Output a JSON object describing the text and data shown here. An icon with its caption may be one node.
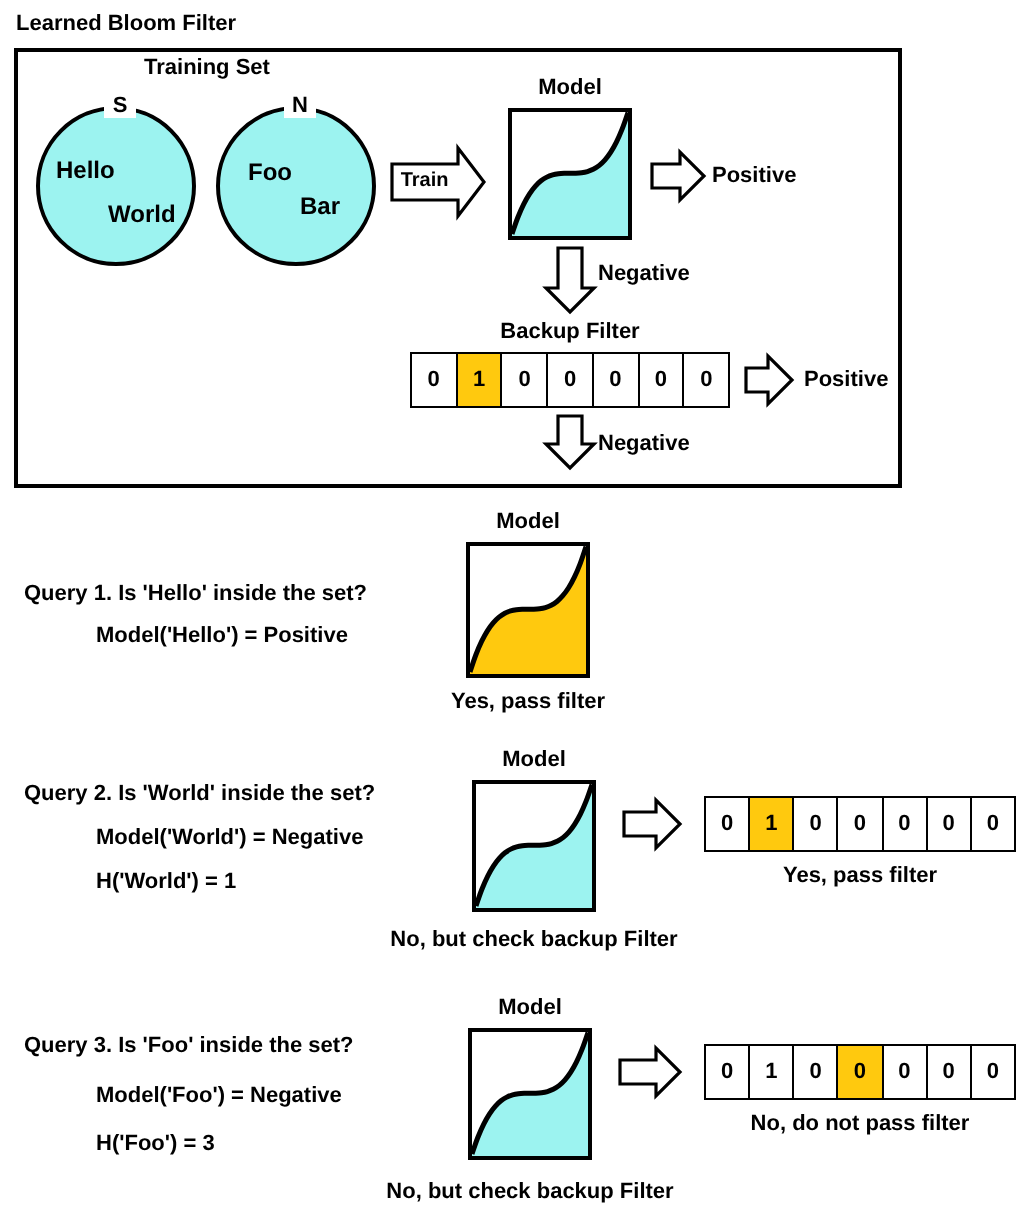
{
  "diagram": {
    "title": "Learned Bloom Filter",
    "nodes": [
      {
        "text": [],
        "shape": "box"
      },
      {
        "text": [
          "S",
          "Hello",
          "World"
        ],
        "in": 0
      },
      {
        "text": [
          "N",
          "Foo",
          "Bar"
        ],
        "in": 0
      },
      {
        "text": [
          "Model"
        ],
        "in": 0
      },
      {
        "text": [
          "Positive"
        ],
        "in": 0
      },
      {
        "text": [
          "Backup Filter"
        ],
        "in": 0
      },
      {
        "text": [
          "0"
        ],
        "in": 5
      },
      {
        "text": [
          "1"
        ],
        "in": 5
      },
      {
        "text": [
          "0"
        ],
        "in": 5
      },
      {
        "text": [
          "0"
        ],
        "in": 5
      },
      {
        "text": [
          "0"
        ],
        "in": 5
      },
      {
        "text": [
          "0"
        ],
        "in": 5
      },
      {
        "text": [
          "0"
        ],
        "in": 5
      },
      {
        "text": [
          "Positive"
        ],
        "in": 0
      },
      {
        "text": [
          "Model"
        ],
        "beside": [
          "Yes, pass filter"
        ]
      },
      {
        "text": [
          "Model"
        ],
        "beside": [
          "No, but check backup Filter"
        ]
      },
      {
        "text": [],
        "shape": "box",
        "beside": [
          "Yes, pass filter"
        ]
      },
      {
        "text": [
          "0"
        ],
        "in": 16
      },
      {
        "text": [
          "1"
        ],
        "in": 16
      },
      {
        "text": [
          "0"
        ],
        "in": 16
      },
      {
        "text": [
          "0"
        ],
        "in": 16
      },
      {
        "text": [
          "0"
        ],
        "in": 16
      },
      {
        "text": [
          "0"
        ],
        "in": 16
      },
      {
        "text": [
          "0"
        ],
        "in": 16
      },
      {
        "text": [
          "Model"
        ],
        "beside": [
          "No, but check backup Filter"
        ]
      },
      {
        "text": [],
        "shape": "box",
        "beside": [
          "No, do not pass filter"
        ]
      },
      {
        "text": [
          "0"
        ],
        "in": 25
      },
      {
        "text": [
          "1"
        ],
        "in": 25
      },
      {
        "text": [
          "0"
        ],
        "in": 25
      },
      {
        "text": [
          "0"
        ],
        "in": 25
      },
      {
        "text": [
          "0"
        ],
        "in": 25
      },
      {
        "text": [
          "0"
        ],
        "in": 25
      },
      {
        "text": [
          "0"
        ],
        "in": 25
      }
    ],
    "edges": [
      {
        "from": 2,
        "to": 3,
        "arrow": "to",
        "label": "Train"
      },
      {
        "from": 3,
        "to": 4,
        "arrow": "to"
      },
      {
        "from": 3,
        "to": 5,
        "arrow": "to",
        "label": "Negative"
      },
      {
        "from": 5,
        "to": 13,
        "arrow": "to"
      },
      {
        "from": 5,
        "to": null,
        "arrow": "to",
        "label": "Negative"
      },
      {
        "from": 15,
        "to": 16,
        "arrow": "to"
      },
      {
        "from": 24,
        "to": 25,
        "arrow": "to"
      }
    ],
    "labels": [
      "Training Set",
      "Query 1. Is 'Hello' inside the set?",
      "Model('Hello') = Positive",
      "Query 2. Is 'World' inside the set?",
      "Model('World') = Negative",
      "H('World') = 1",
      "Query 3. Is 'Foo' inside the set?",
      "Model('Foo') = Negative",
      "H('Foo') = 3"
    ]
  }
}
